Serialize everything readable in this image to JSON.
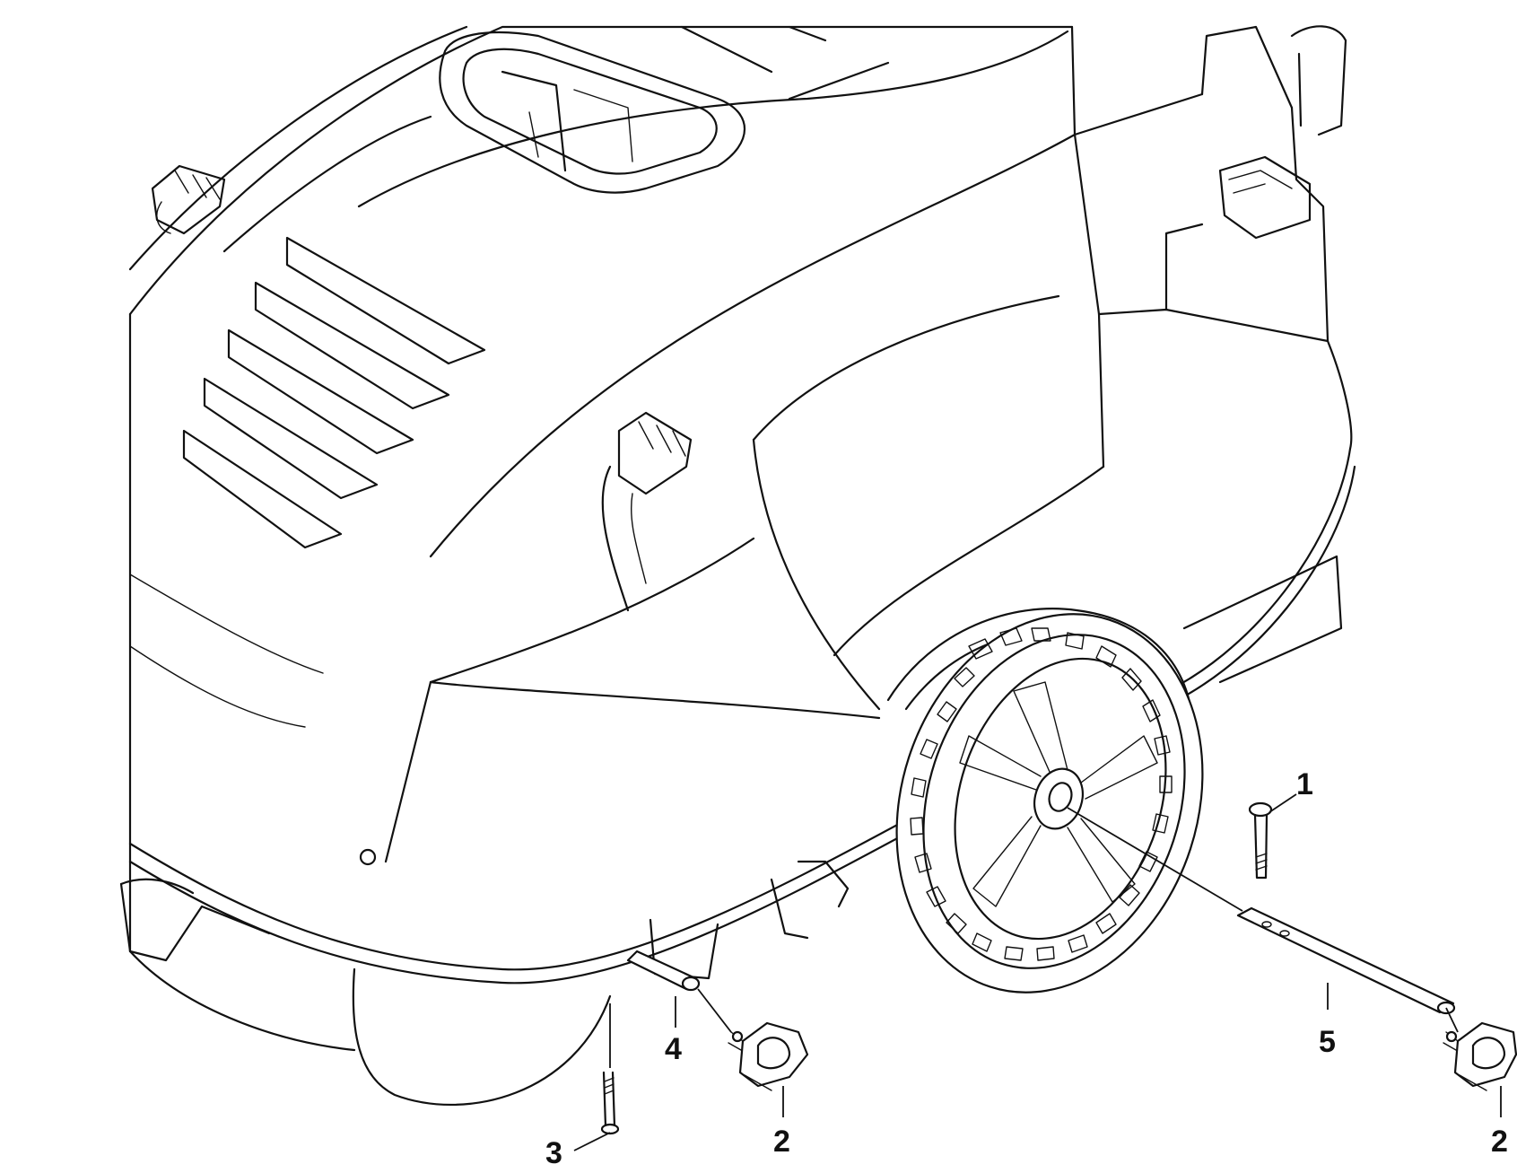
{
  "callouts": [
    {
      "id": "c1",
      "label": "1"
    },
    {
      "id": "c2a",
      "label": "2"
    },
    {
      "id": "c2b",
      "label": "2"
    },
    {
      "id": "c3",
      "label": "3"
    },
    {
      "id": "c4",
      "label": "4"
    },
    {
      "id": "c5",
      "label": "5"
    }
  ],
  "colors": {
    "line": "#111111",
    "background": "#ffffff"
  }
}
